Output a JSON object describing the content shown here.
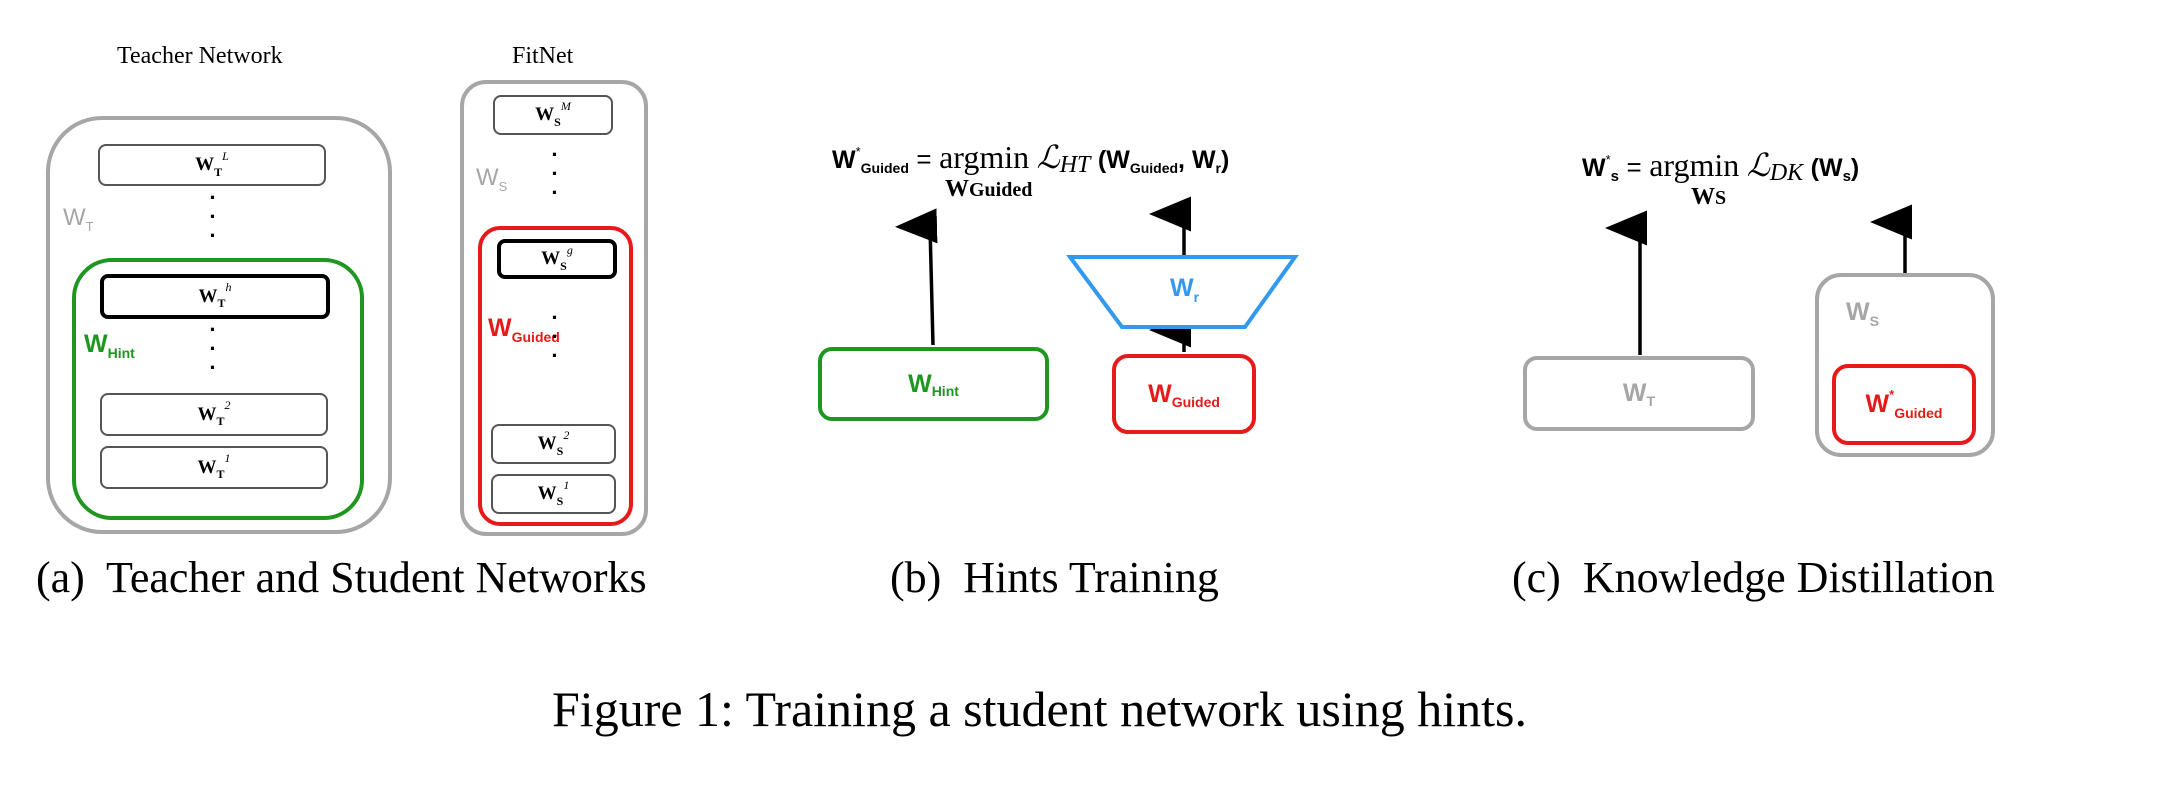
{
  "colors": {
    "gray": "#a6a6a6",
    "green": "#1e9620",
    "red": "#e61a1a",
    "blue": "#3399ee",
    "black": "#000000"
  },
  "panel_a": {
    "teacher_title": "Teacher Network",
    "fitnet_title": "FitNet",
    "wt_label": {
      "main": "W",
      "sub": "T"
    },
    "whint_label": {
      "main": "W",
      "sub": "Hint"
    },
    "ws_label": {
      "main": "W",
      "sub": "S"
    },
    "wguided_label": {
      "main": "W",
      "sub": "Guided"
    },
    "teacher_layers": [
      {
        "main": "W",
        "sub": "T",
        "sup": "L"
      },
      {
        "main": "W",
        "sub": "T",
        "sup": "h"
      },
      {
        "main": "W",
        "sub": "T",
        "sup": "2"
      },
      {
        "main": "W",
        "sub": "T",
        "sup": "1"
      }
    ],
    "student_layers": [
      {
        "main": "W",
        "sub": "S",
        "sup": "M"
      },
      {
        "main": "W",
        "sub": "S",
        "sup": "g"
      },
      {
        "main": "W",
        "sub": "S",
        "sup": "2"
      },
      {
        "main": "W",
        "sub": "S",
        "sup": "1"
      }
    ],
    "caption": "(a)  Teacher and Student Networks"
  },
  "panel_b": {
    "eq_lhs": "W",
    "eq_lhs_sup": "*",
    "eq_lhs_sub": "Guided",
    "eq_equals": "=",
    "eq_argmin": "argmin",
    "eq_argmin_sub": "W",
    "eq_argmin_sub2": "Guided",
    "eq_loss": "ℒ",
    "eq_loss_sub": "HT",
    "eq_args_open": "(W",
    "eq_args_sub1": "Guided",
    "eq_args_mid": ", W",
    "eq_args_sub2": "r",
    "eq_args_close": ")",
    "whint": {
      "main": "W",
      "sub": "Hint"
    },
    "wr": {
      "main": "W",
      "sub": "r"
    },
    "wguided": {
      "main": "W",
      "sub": "Guided"
    },
    "caption": "(b)  Hints Training"
  },
  "panel_c": {
    "eq_lhs": "W",
    "eq_lhs_sup": "*",
    "eq_lhs_sub": "s",
    "eq_equals": "=",
    "eq_argmin": "argmin",
    "eq_argmin_sub": "W",
    "eq_argmin_sub2": "S",
    "eq_loss": "ℒ",
    "eq_loss_sub": "DK",
    "eq_args_open": "(W",
    "eq_args_sub": "s",
    "eq_args_close": ")",
    "wt": {
      "main": "W",
      "sub": "T"
    },
    "ws": {
      "main": "W",
      "sub": "S"
    },
    "wguided": {
      "main": "W",
      "sup": "*",
      "sub": "Guided"
    },
    "caption": "(c)  Knowledge Distillation"
  },
  "figure_caption": "Figure 1: Training a student network using hints."
}
